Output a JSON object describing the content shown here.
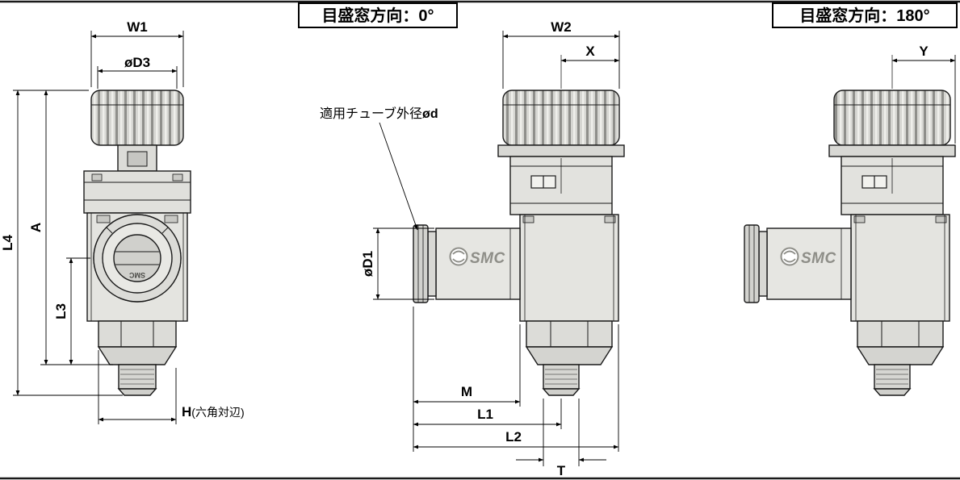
{
  "frame": {
    "background": "#ffffff",
    "line_color": "#1a1a1a",
    "fill_light": "#e4e4e0",
    "fill_mid": "#d6d6d2",
    "fill_dark": "#c6c6c2",
    "logo_color": "#8e8e88"
  },
  "callouts": {
    "window_direction_0": "目盛窓方向：0°",
    "window_direction_180": "目盛窓方向：180°",
    "tube_note_prefix": "適用チューブ外径",
    "tube_note_bold": "ød"
  },
  "front_view": {
    "dims": {
      "w1": "W1",
      "d3": "øD3",
      "l4": "L4",
      "a": "A",
      "l3": "L3",
      "h": "H",
      "h_note": "(六角対辺)"
    },
    "dial_logo": "SMC"
  },
  "side_view_0": {
    "dims": {
      "w2": "W2",
      "x": "X",
      "d1": "øD1",
      "m": "M",
      "l1": "L1",
      "l2": "L2",
      "t": "T"
    },
    "logo": "SMC"
  },
  "side_view_180": {
    "dims": {
      "y": "Y"
    },
    "logo": "SMC"
  }
}
